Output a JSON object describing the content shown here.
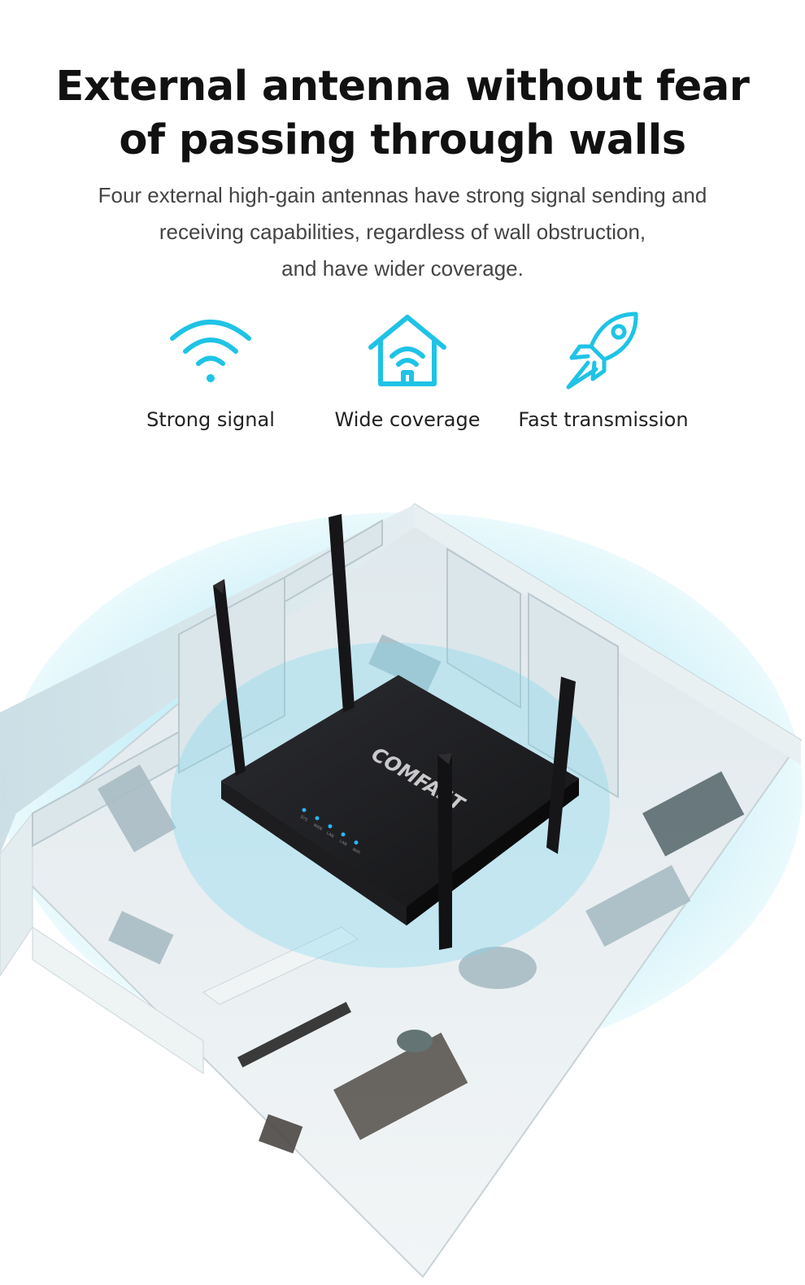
{
  "headline": {
    "line1": "External antenna without fear",
    "line2": "of passing through walls"
  },
  "description": {
    "line1": "Four external high-gain antennas have strong signal sending and",
    "line2": "receiving capabilities, regardless of wall obstruction,",
    "line3": "and have wider coverage."
  },
  "features": [
    {
      "icon": "wifi-icon",
      "label": "Strong signal"
    },
    {
      "icon": "house-wifi-icon",
      "label": "Wide coverage"
    },
    {
      "icon": "rocket-icon",
      "label": "Fast transmission"
    }
  ],
  "illustration": {
    "brand": "COMFAST",
    "led_labels": [
      "SYS",
      "WAN",
      "LAN",
      "LAN",
      "WiFi"
    ]
  },
  "colors": {
    "accent": "#1fc3e6",
    "headline": "#111111",
    "body_text": "#444444",
    "router": "#1a1a1c",
    "signal_glow": "#9fe3f3"
  }
}
